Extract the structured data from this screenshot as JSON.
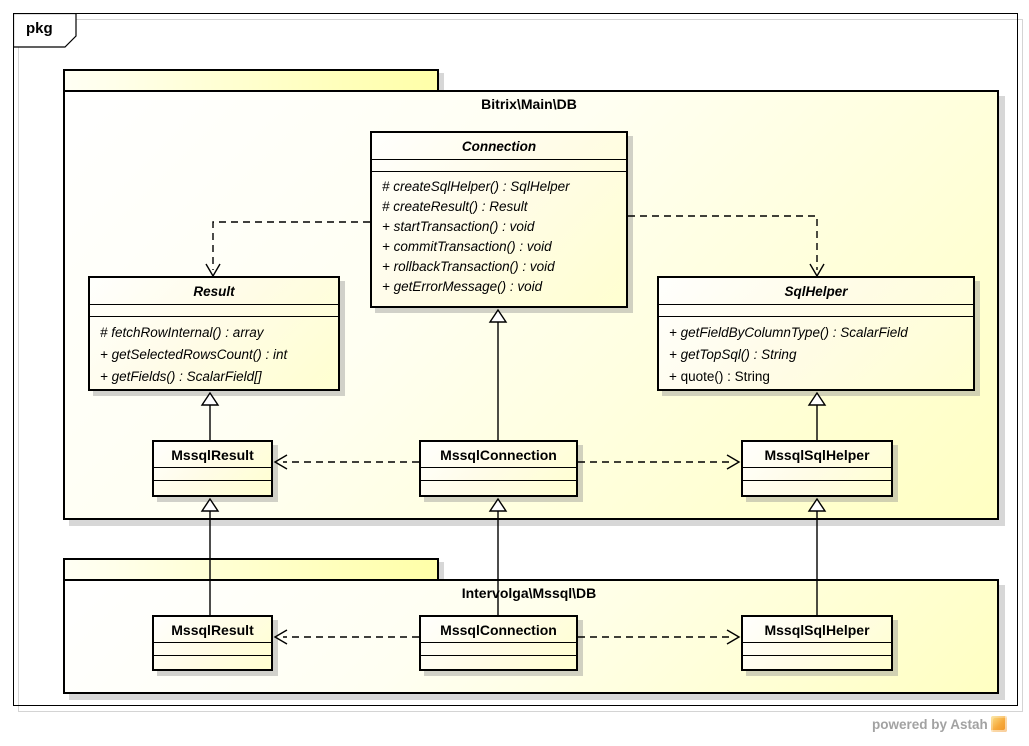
{
  "frame": {
    "tag": "pkg"
  },
  "packages": [
    {
      "name": "Bitrix\\Main\\DB"
    },
    {
      "name": "Intervolga\\Mssql\\DB"
    }
  ],
  "classes": {
    "connection": {
      "name": "Connection",
      "abstract": true,
      "members": [
        "# createSqlHelper() : SqlHelper",
        "# createResult() : Result",
        "+ startTransaction() : void",
        "+ commitTransaction() : void",
        "+ rollbackTransaction() : void",
        "+ getErrorMessage() : void"
      ]
    },
    "result": {
      "name": "Result",
      "abstract": true,
      "members": [
        "# fetchRowInternal() : array",
        "+ getSelectedRowsCount() : int",
        "+ getFields() : ScalarField[]"
      ]
    },
    "sqlhelper": {
      "name": "SqlHelper",
      "abstract": true,
      "members": [
        "+ getFieldByColumnType() : ScalarField",
        "+ getTopSql() : String",
        "+ quote() : String"
      ]
    },
    "mssql_result_main": {
      "name": "MssqlResult"
    },
    "mssql_connection_main": {
      "name": "MssqlConnection"
    },
    "mssql_sqlhelper_main": {
      "name": "MssqlSqlHelper"
    },
    "mssql_result_iv": {
      "name": "MssqlResult"
    },
    "mssql_connection_iv": {
      "name": "MssqlConnection"
    },
    "mssql_sqlhelper_iv": {
      "name": "MssqlSqlHelper"
    }
  },
  "relations": [
    {
      "from": "Connection",
      "to": "Result",
      "type": "dependency"
    },
    {
      "from": "Connection",
      "to": "SqlHelper",
      "type": "dependency"
    },
    {
      "from": "Bitrix\\Main\\DB::MssqlResult",
      "to": "Result",
      "type": "generalization"
    },
    {
      "from": "Bitrix\\Main\\DB::MssqlConnection",
      "to": "Connection",
      "type": "generalization"
    },
    {
      "from": "Bitrix\\Main\\DB::MssqlSqlHelper",
      "to": "SqlHelper",
      "type": "generalization"
    },
    {
      "from": "Bitrix\\Main\\DB::MssqlConnection",
      "to": "Bitrix\\Main\\DB::MssqlResult",
      "type": "dependency"
    },
    {
      "from": "Bitrix\\Main\\DB::MssqlConnection",
      "to": "Bitrix\\Main\\DB::MssqlSqlHelper",
      "type": "dependency"
    },
    {
      "from": "Intervolga\\Mssql\\DB::MssqlResult",
      "to": "Bitrix\\Main\\DB::MssqlResult",
      "type": "generalization"
    },
    {
      "from": "Intervolga\\Mssql\\DB::MssqlConnection",
      "to": "Bitrix\\Main\\DB::MssqlConnection",
      "type": "generalization"
    },
    {
      "from": "Intervolga\\Mssql\\DB::MssqlSqlHelper",
      "to": "Bitrix\\Main\\DB::MssqlSqlHelper",
      "type": "generalization"
    },
    {
      "from": "Intervolga\\Mssql\\DB::MssqlConnection",
      "to": "Intervolga\\Mssql\\DB::MssqlResult",
      "type": "dependency"
    },
    {
      "from": "Intervolga\\Mssql\\DB::MssqlConnection",
      "to": "Intervolga\\Mssql\\DB::MssqlSqlHelper",
      "type": "dependency"
    }
  ],
  "watermark": {
    "text": "powered by Astah"
  },
  "colors": {
    "fill_yellow": "#ffffc2",
    "fill_white": "#ffffff",
    "border": "#000000",
    "shadow": "#8c8c8c",
    "watermark_text": "#a2a2a2",
    "logo_orange": "#f6a93b"
  }
}
